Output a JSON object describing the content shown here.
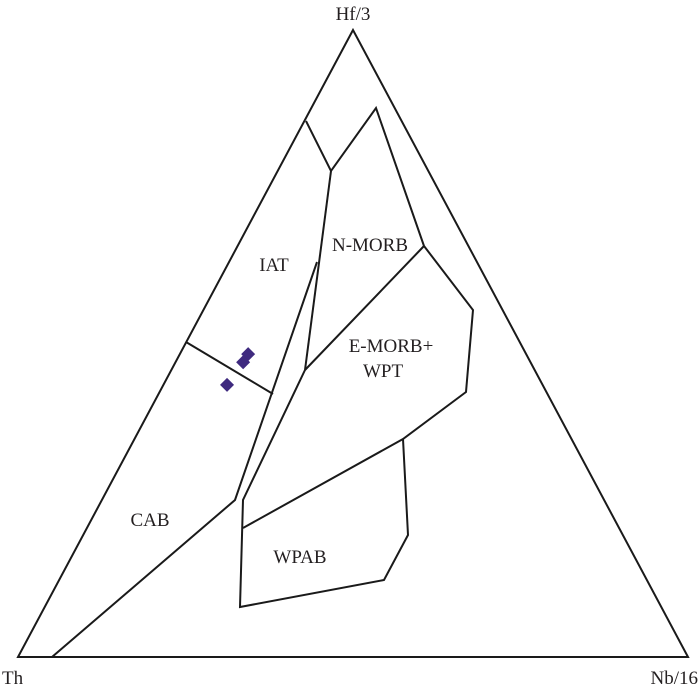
{
  "chart_data": {
    "type": "ternary",
    "apices": {
      "top": "Hf/3",
      "left": "Th",
      "right": "Nb/16"
    },
    "fields": [
      "IAT",
      "N-MORB",
      "E-MORB+",
      "WPT",
      "CAB",
      "WPAB"
    ],
    "marker_color": "#3f2a7f",
    "points": [
      {
        "Hf3": 0.483,
        "Th": 0.415,
        "Nb16": 0.102
      },
      {
        "Hf3": 0.47,
        "Th": 0.429,
        "Nb16": 0.101
      },
      {
        "Hf3": 0.434,
        "Th": 0.471,
        "Nb16": 0.095
      }
    ]
  }
}
